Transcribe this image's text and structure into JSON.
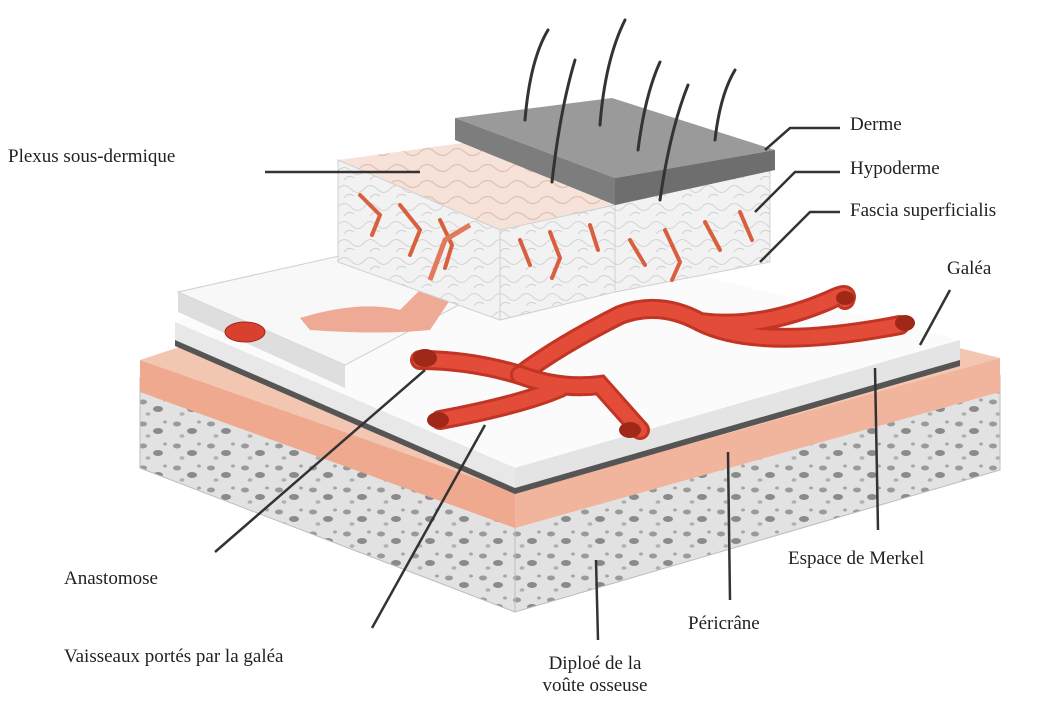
{
  "labels": {
    "derme": "Derme",
    "plexus": "Plexus sous-dermique",
    "hypoderme": "Hypoderme",
    "fascia": "Fascia superficialis",
    "galea": "Galéa",
    "anastomose": "Anastomose",
    "vaisseaux": "Vaisseaux portés par la galéa",
    "merkel": "Espace de Merkel",
    "pericrane": "Péricrâne",
    "diploe_1": "Diploé de la",
    "diploe_2": "voûte osseuse"
  },
  "colors": {
    "bone": "#e0e0e0",
    "pericranium": "#f0b8a0",
    "vessel": "#d9402e",
    "derm": "#909090",
    "leader_line": "#333333"
  }
}
